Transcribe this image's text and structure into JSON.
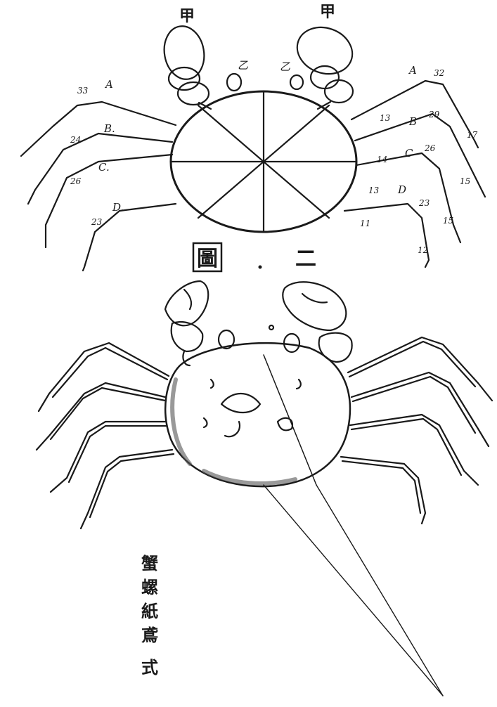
{
  "top_labels": {
    "jia_left": "甲",
    "jia_right": "甲",
    "yi_left": "乙",
    "yi_right": "乙",
    "A_left": "A",
    "B_left": "B.",
    "C_left": "C.",
    "D_left": "D.",
    "A_right": "A",
    "B_right": "B",
    "C_right": "C",
    "D_right": "D",
    "n_left_top": "33",
    "n_left_b": "24",
    "n_left_c": "26",
    "n_left_d": "23",
    "n_right_a": "32",
    "n_right_b": "29",
    "n_right_c": "26",
    "n_right_d": "23",
    "n_r1": "13",
    "n_r2": "14",
    "n_r3": "13",
    "n_r4": "11",
    "n_r5": "17",
    "n_r6": "15",
    "n_r7": "15",
    "n_r8": "12"
  },
  "figure_title": "圖 二",
  "figure_title_chars": [
    "圖",
    "二"
  ],
  "side_caption": [
    "蟹",
    "螺",
    "紙",
    "鳶",
    "式"
  ],
  "colors": {
    "ink": "#1a1a1a",
    "paper": "#ffffff"
  }
}
